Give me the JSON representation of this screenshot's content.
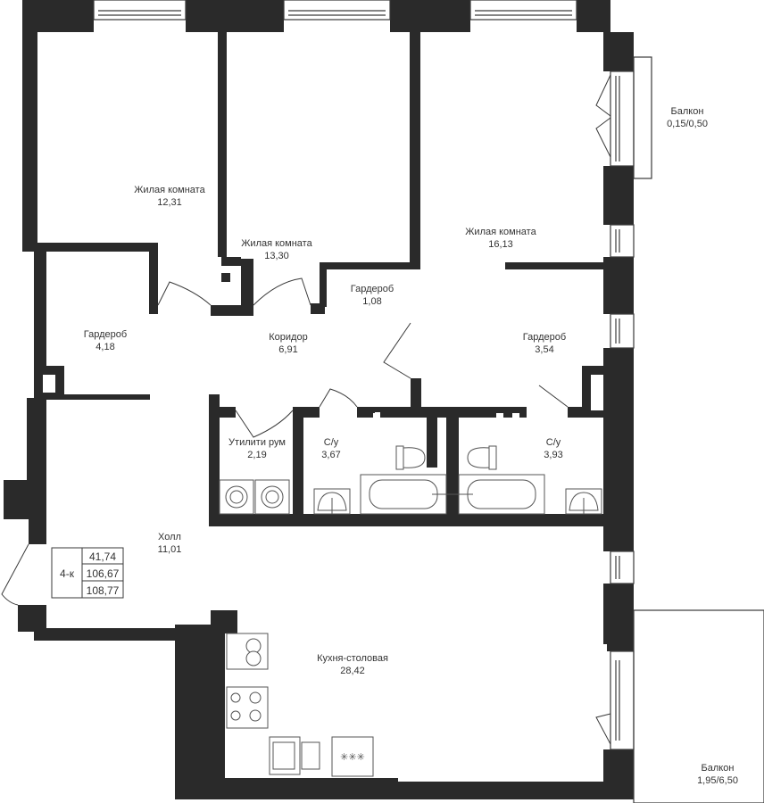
{
  "colors": {
    "wall": "#2a2a2a",
    "line": "#3a3a3a",
    "fixture": "#555555",
    "background": "#ffffff"
  },
  "rooms": [
    {
      "id": "bedroom-1",
      "name": "Жилая комната",
      "area": "12,31"
    },
    {
      "id": "bedroom-2",
      "name": "Жилая комната",
      "area": "13,30"
    },
    {
      "id": "bedroom-3",
      "name": "Жилая комната",
      "area": "16,13"
    },
    {
      "id": "wardrobe-1",
      "name": "Гардероб",
      "area": "4,18"
    },
    {
      "id": "corridor",
      "name": "Коридор",
      "area": "6,91"
    },
    {
      "id": "wardrobe-2",
      "name": "Гардероб",
      "area": "1,08"
    },
    {
      "id": "wardrobe-3",
      "name": "Гардероб",
      "area": "3,54"
    },
    {
      "id": "utility",
      "name": "Утилити рум",
      "area": "2,19"
    },
    {
      "id": "bathroom-1",
      "name": "С/у",
      "area": "3,67"
    },
    {
      "id": "bathroom-2",
      "name": "С/у",
      "area": "3,93"
    },
    {
      "id": "hall",
      "name": "Холл",
      "area": "11,01"
    },
    {
      "id": "kitchen",
      "name": "Кухня-столовая",
      "area": "28,42"
    },
    {
      "id": "balcony-1",
      "name": "Балкон",
      "area": "0,15/0,50"
    },
    {
      "id": "balcony-2",
      "name": "Балкон",
      "area": "1,95/6,50"
    }
  ],
  "summary": {
    "type": "4-к",
    "living_area": "41,74",
    "total_area": "106,67",
    "total_area_with_balcony": "108,77"
  },
  "fixture_icons": [
    "window-icon",
    "door-icon",
    "toilet-icon",
    "bathtub-icon",
    "sink-icon",
    "washing-machine-icon",
    "stove-icon",
    "kitchen-sink-icon",
    "dishwasher-icon"
  ]
}
